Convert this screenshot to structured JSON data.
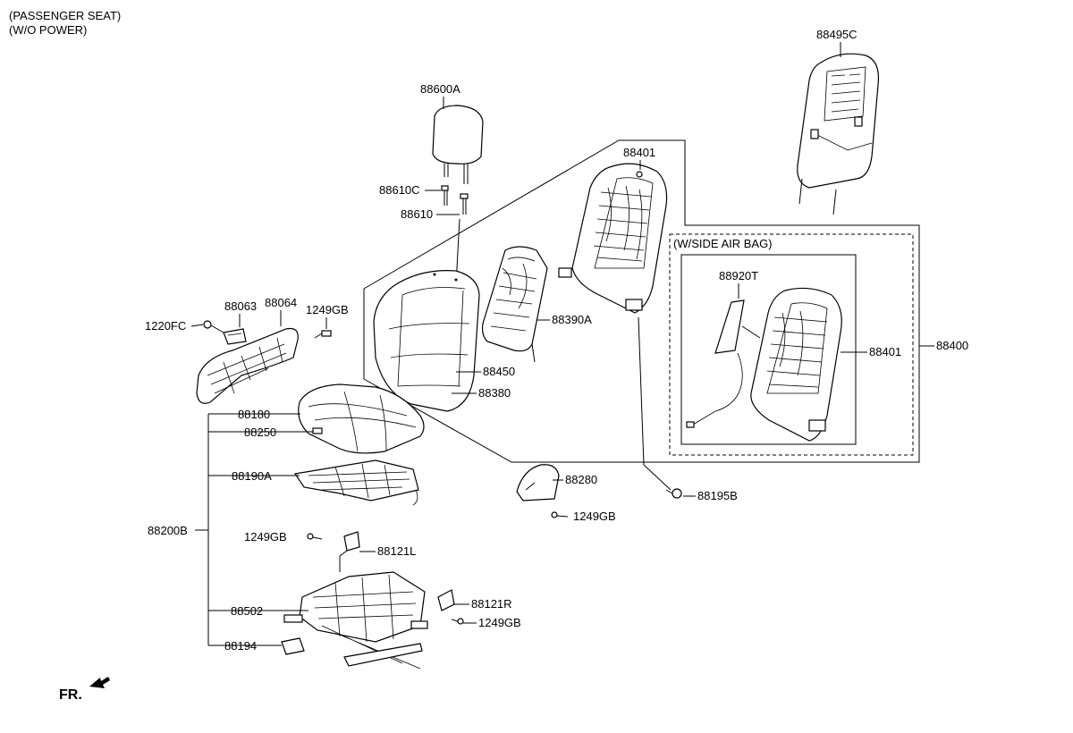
{
  "header": {
    "line1": "(PASSENGER SEAT)",
    "line2": "(W/O POWER)"
  },
  "side_airbag_box": {
    "title": "(W/SIDE AIR BAG)"
  },
  "callouts": {
    "p88495C": "88495C",
    "p88600A": "88600A",
    "p88610C": "88610C",
    "p88610": "88610",
    "p88401_top": "88401",
    "p88063": "88063",
    "p88064": "88064",
    "p1220FC": "1220FC",
    "p1249GB_a": "1249GB",
    "p88390A": "88390A",
    "p88450": "88450",
    "p88380": "88380",
    "p88180": "88180",
    "p88250": "88250",
    "p88190A": "88190A",
    "p88200B": "88200B",
    "p88280": "88280",
    "p1249GB_b": "1249GB",
    "p88195B": "88195B",
    "p88920T": "88920T",
    "p88401_side": "88401",
    "p88400": "88400",
    "p1249GB_c": "1249GB",
    "p88121L": "88121L",
    "p88121R": "88121R",
    "p1249GB_d": "1249GB",
    "p88502": "88502",
    "p88194": "88194"
  },
  "orientation": {
    "label": "FR."
  }
}
